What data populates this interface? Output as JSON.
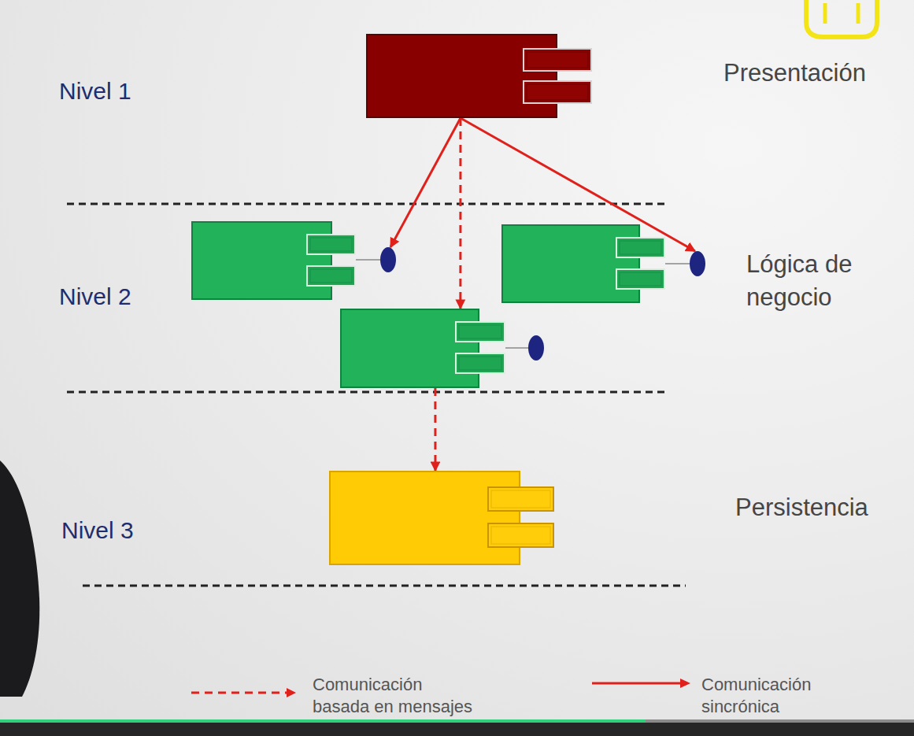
{
  "diagram": {
    "nodes": [
      {
        "text": [
          "Nivel 1",
          "Presentación"
        ]
      },
      {
        "text": [],
        "in": 0
      },
      {
        "text": [
          "Nivel 2",
          "Lógica de negocio"
        ]
      },
      {
        "text": [],
        "in": 2
      },
      {
        "text": [],
        "in": 2
      },
      {
        "text": [],
        "in": 2
      },
      {
        "text": [
          "Nivel 3",
          "Persistencia"
        ]
      },
      {
        "text": [],
        "in": 6
      }
    ],
    "edges": [
      {
        "from": 1,
        "to": 3,
        "arrow": "to"
      },
      {
        "from": 1,
        "to": 5,
        "arrow": "to"
      },
      {
        "from": 1,
        "to": 4,
        "arrow": "to"
      },
      {
        "from": 5,
        "to": 7,
        "arrow": "to"
      }
    ],
    "legend": [
      {
        "text": "Comunicación basada en mensajes"
      },
      {
        "text": "Comunicación sincrónica"
      }
    ]
  }
}
